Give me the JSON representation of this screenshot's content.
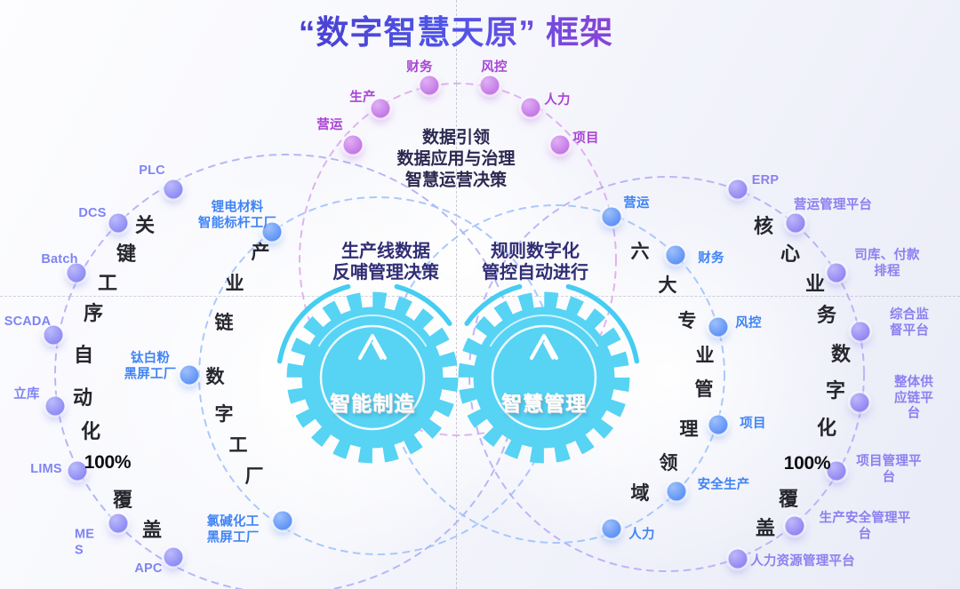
{
  "title": "“数字智慧天原” 框架",
  "top_circle": {
    "center_lines": [
      "数据引领",
      "数据应用与治理",
      "智慧运营决策"
    ],
    "nodes": [
      "营运",
      "生产",
      "财务",
      "风控",
      "人力",
      "项目"
    ]
  },
  "left_circle": {
    "arc_chars": [
      "关",
      "键",
      "工",
      "序",
      "自",
      "动",
      "化",
      "100%",
      "覆",
      "盖"
    ],
    "nodes": [
      "PLC",
      "DCS",
      "Batch",
      "SCADA",
      "立库",
      "LIMS",
      "MES",
      "APC"
    ]
  },
  "inner_left_circle": {
    "arc_chars": [
      "产",
      "业",
      "链",
      "数",
      "字",
      "工",
      "厂"
    ],
    "factories": [
      "锂电材料\n智能标杆工厂",
      "钛白粉\n黑屏工厂",
      "氯碱化工\n黑屏工厂"
    ]
  },
  "gears": {
    "left": {
      "heading": "生产线数据\n反哺管理决策",
      "label": "智能制造"
    },
    "right": {
      "heading": "规则数字化\n管控自动进行",
      "label": "智慧管理"
    }
  },
  "right_inner_circle": {
    "arc_chars": [
      "六",
      "大",
      "专",
      "业",
      "管",
      "理",
      "领",
      "域"
    ],
    "nodes": [
      "营运",
      "财务",
      "风控",
      "项目",
      "安全生产",
      "人力"
    ]
  },
  "right_circle": {
    "arc_chars": [
      "核",
      "心",
      "业",
      "务",
      "数",
      "字",
      "化",
      "100%",
      "覆",
      "盖"
    ],
    "nodes": [
      "ERP",
      "营运管理平台",
      "司库、付款排程",
      "综合监督平台",
      "整体供应链平台",
      "项目管理平台",
      "生产安全管理平台",
      "人力资源管理平台"
    ]
  },
  "colors": {
    "gear_cyan": "#57d3f4",
    "top_node": "#c478e6",
    "left_node": "#8e8cf4",
    "blue_node": "#5f93f6",
    "right_node": "#9287f2",
    "title_gradient": [
      "#4a3fd0",
      "#4f55e8",
      "#8a42d8"
    ],
    "dark_text": "#2b2950"
  }
}
